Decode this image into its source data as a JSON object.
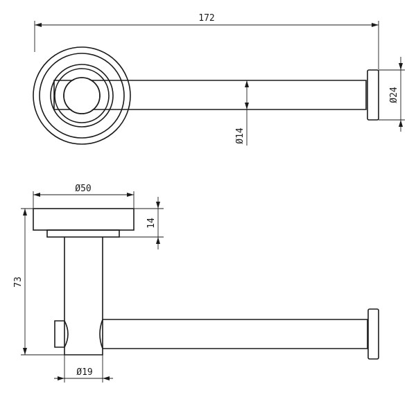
{
  "drawing": {
    "top_view": {
      "dim_total_length": "172",
      "dim_end_cap_diameter": "Ø24",
      "dim_bar_diameter": "Ø14"
    },
    "side_view": {
      "dim_base_diameter": "Ø50",
      "dim_base_thickness": "14",
      "dim_total_height": "73",
      "dim_post_diameter": "Ø19"
    }
  }
}
